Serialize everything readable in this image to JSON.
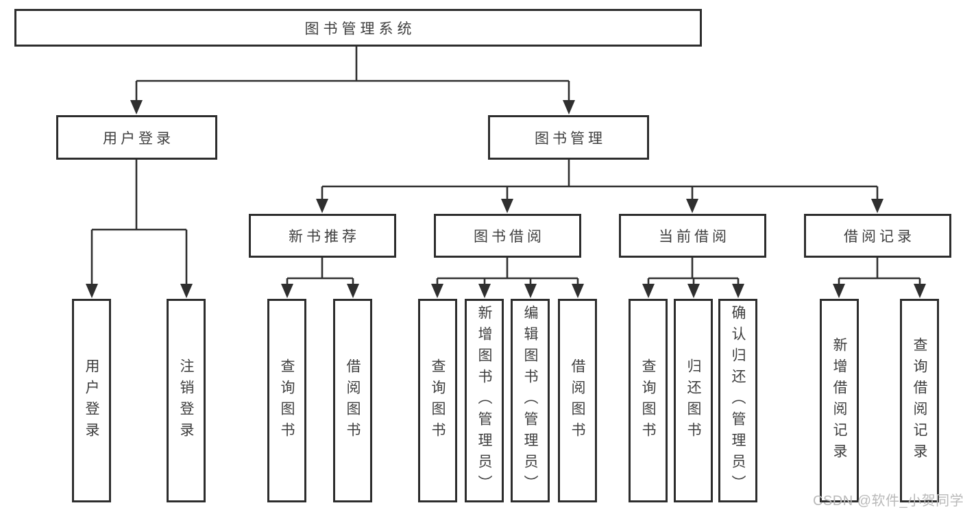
{
  "diagram": {
    "type": "tree",
    "root": {
      "label": "图书管理系统"
    },
    "level2": [
      {
        "id": "user-login",
        "label": "用户登录",
        "parent": "图书管理系统"
      },
      {
        "id": "book-management",
        "label": "图书管理",
        "parent": "图书管理系统"
      }
    ],
    "level3": [
      {
        "id": "new-book-recommend",
        "label": "新书推荐",
        "parent": "图书管理"
      },
      {
        "id": "book-borrow",
        "label": "图书借阅",
        "parent": "图书管理"
      },
      {
        "id": "current-borrow",
        "label": "当前借阅",
        "parent": "图书管理"
      },
      {
        "id": "borrow-records",
        "label": "借阅记录",
        "parent": "图书管理"
      }
    ],
    "leaves": [
      {
        "label": "用户登录",
        "parent": "用户登录"
      },
      {
        "label": "注销登录",
        "parent": "用户登录"
      },
      {
        "label": "查询图书",
        "parent": "新书推荐"
      },
      {
        "label": "借阅图书",
        "parent": "新书推荐"
      },
      {
        "label": "查询图书",
        "parent": "图书借阅"
      },
      {
        "label": "新增图书（管理员）",
        "parent": "图书借阅"
      },
      {
        "label": "编辑图书（管理员）",
        "parent": "图书借阅"
      },
      {
        "label": "借阅图书",
        "parent": "图书借阅"
      },
      {
        "label": "查询图书",
        "parent": "当前借阅"
      },
      {
        "label": "归还图书",
        "parent": "当前借阅"
      },
      {
        "label": "确认归还（管理员）",
        "parent": "当前借阅"
      },
      {
        "label": "新增借阅记录",
        "parent": "借阅记录"
      },
      {
        "label": "查询借阅记录",
        "parent": "借阅记录"
      }
    ]
  },
  "watermark": {
    "text": "CSDN @软件_小贺同学",
    "color": "#b9b9b9"
  },
  "colors": {
    "line": "#2f2f2f",
    "border": "#2d2d2d",
    "text": "#3e3e3e",
    "background": "#ffffff"
  }
}
